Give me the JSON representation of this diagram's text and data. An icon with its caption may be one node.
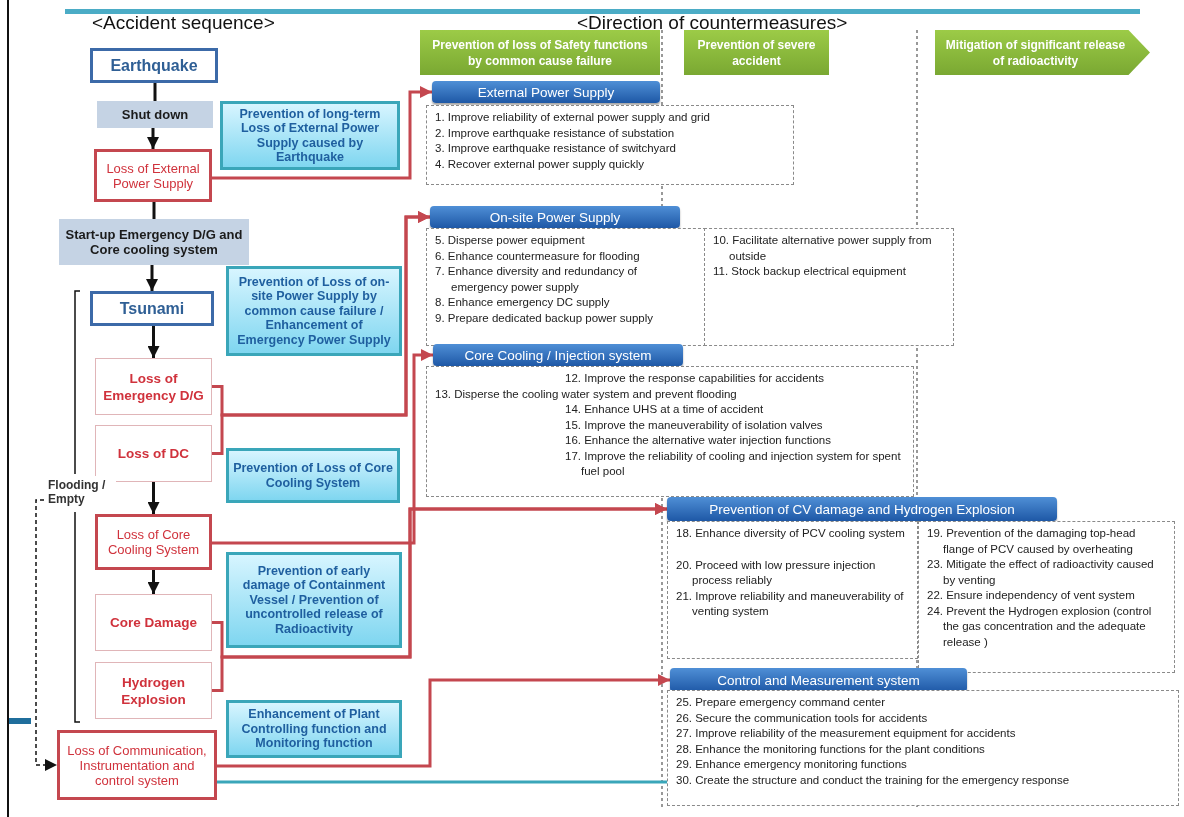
{
  "diagram": {
    "nodes": [
      {
        "text": [
          "Earthquake"
        ]
      },
      {
        "text": [
          "Shut down"
        ]
      },
      {
        "text": [
          "Loss of External Power Supply"
        ]
      },
      {
        "text": [
          "Start-up Emergency D/G and Core cooling system"
        ]
      },
      {
        "text": [
          "Tsunami"
        ]
      },
      {
        "text": [
          "Loss of Emergency D/G"
        ]
      },
      {
        "text": [
          "Loss of DC"
        ]
      },
      {
        "text": [
          "Loss of Core Cooling System"
        ]
      },
      {
        "text": [
          "Core Damage"
        ]
      },
      {
        "text": [
          "Hydrogen Explosion"
        ]
      },
      {
        "text": [
          "Loss of Communication, Instrumentation and control system"
        ]
      },
      {
        "text": [
          "Prevention of long-term Loss of External Power Supply caused by Earthquake"
        ]
      },
      {
        "text": [
          "Prevention of Loss of on-site Power Supply by common cause failure / Enhancement of Emergency Power Supply"
        ]
      },
      {
        "text": [
          "Prevention of Loss of Core Cooling System"
        ]
      },
      {
        "text": [
          "Prevention of early damage of Containment Vessel / Prevention of uncontrolled release of Radioactivity"
        ]
      },
      {
        "text": [
          "Enhancement of Plant Controlling function and Monitoring function"
        ]
      },
      {
        "text": [
          "Prevention of loss of Safety functions by common cause failure"
        ]
      },
      {
        "text": [
          "Prevention of severe accident"
        ]
      },
      {
        "text": [
          "Mitigation of significant release of radioactivity"
        ]
      },
      {
        "text": [
          "External Power Supply"
        ]
      },
      {
        "text": [
          "1. Improve reliability of external power supply and grid",
          "2. Improve earthquake resistance of substation",
          "3. Improve earthquake resistance of switchyard",
          "4. Recover external power supply quickly"
        ]
      },
      {
        "text": [
          "On-site Power Supply"
        ]
      },
      {
        "text": [
          "5. Disperse power equipment",
          "6. Enhance countermeasure for flooding",
          "7. Enhance diversity and redundancy of emergency power supply",
          "8. Enhance emergency DC supply",
          "9. Prepare dedicated backup power supply"
        ]
      },
      {
        "text": [
          "10. Facilitate alternative power supply from outside",
          "11. Stock backup electrical equipment"
        ]
      },
      {
        "text": [
          "Core Cooling / Injection system"
        ]
      },
      {
        "text": [
          "12. Improve the response capabilities for accidents",
          "13. Disperse  the cooling water system and prevent flooding",
          "14. Enhance UHS at a time of accident",
          "15. Improve the maneuverability of isolation valves",
          "16. Enhance the alternative water injection functions",
          "17. Improve the reliability of cooling and injection system for spent fuel pool"
        ]
      },
      {
        "text": [
          "Prevention of CV damage and Hydrogen Explosion"
        ]
      },
      {
        "text": [
          "18. Enhance diversity of PCV cooling system",
          "20. Proceed with low pressure injection process reliably",
          "21. Improve reliability and maneuverability of venting system"
        ]
      },
      {
        "text": [
          "19. Prevention of the damaging top-head flange of PCV caused by overheating",
          "23. Mitigate the effect of radioactivity caused by venting",
          "22. Ensure independency of vent system",
          "24. Prevent the Hydrogen explosion (control the gas concentration and the adequate release )"
        ]
      },
      {
        "text": [
          "Control and Measurement system"
        ]
      },
      {
        "text": [
          "25. Prepare emergency command center",
          "26. Secure the communication tools for accidents",
          "27. Improve reliability of the measurement equipment for accidents",
          "28. Enhance the monitoring functions for the plant conditions",
          "29. Enhance emergency monitoring functions",
          "30. Create the structure and conduct the training for the emergency response"
        ]
      },
      {
        "text": [
          "Flooding / Empty"
        ]
      }
    ],
    "edges": [
      {
        "from": 0,
        "to": 1,
        "arrow": "none"
      },
      {
        "from": 1,
        "to": 2,
        "arrow": "to"
      },
      {
        "from": 2,
        "to": 3,
        "arrow": "none"
      },
      {
        "from": 3,
        "to": 4,
        "arrow": "to"
      },
      {
        "from": 4,
        "to": 5,
        "arrow": "to"
      },
      {
        "from": 6,
        "to": 7,
        "arrow": "to"
      },
      {
        "from": 7,
        "to": 8,
        "arrow": "to"
      },
      {
        "from": 2,
        "to": 19,
        "arrow": "to",
        "color": "#c4474f"
      },
      {
        "from": 5,
        "to": 21,
        "arrow": "to",
        "color": "#c4474f"
      },
      {
        "from": 6,
        "to": 21,
        "arrow": "to",
        "color": "#c4474f"
      },
      {
        "from": 7,
        "to": 24,
        "arrow": "to",
        "color": "#c4474f"
      },
      {
        "from": 8,
        "to": 26,
        "arrow": "to",
        "color": "#c4474f"
      },
      {
        "from": 9,
        "to": 26,
        "arrow": "to",
        "color": "#c4474f"
      },
      {
        "from": 10,
        "to": 29,
        "arrow": "to",
        "color": "#c4474f"
      },
      {
        "from": 10,
        "to": 30,
        "arrow": "none",
        "color": "#3aa6b9"
      },
      {
        "from": 31,
        "to": 10,
        "arrow": "to",
        "style": "dashed"
      }
    ],
    "labels": [
      "<Accident sequence>",
      "<Direction of countermeasures>"
    ]
  }
}
